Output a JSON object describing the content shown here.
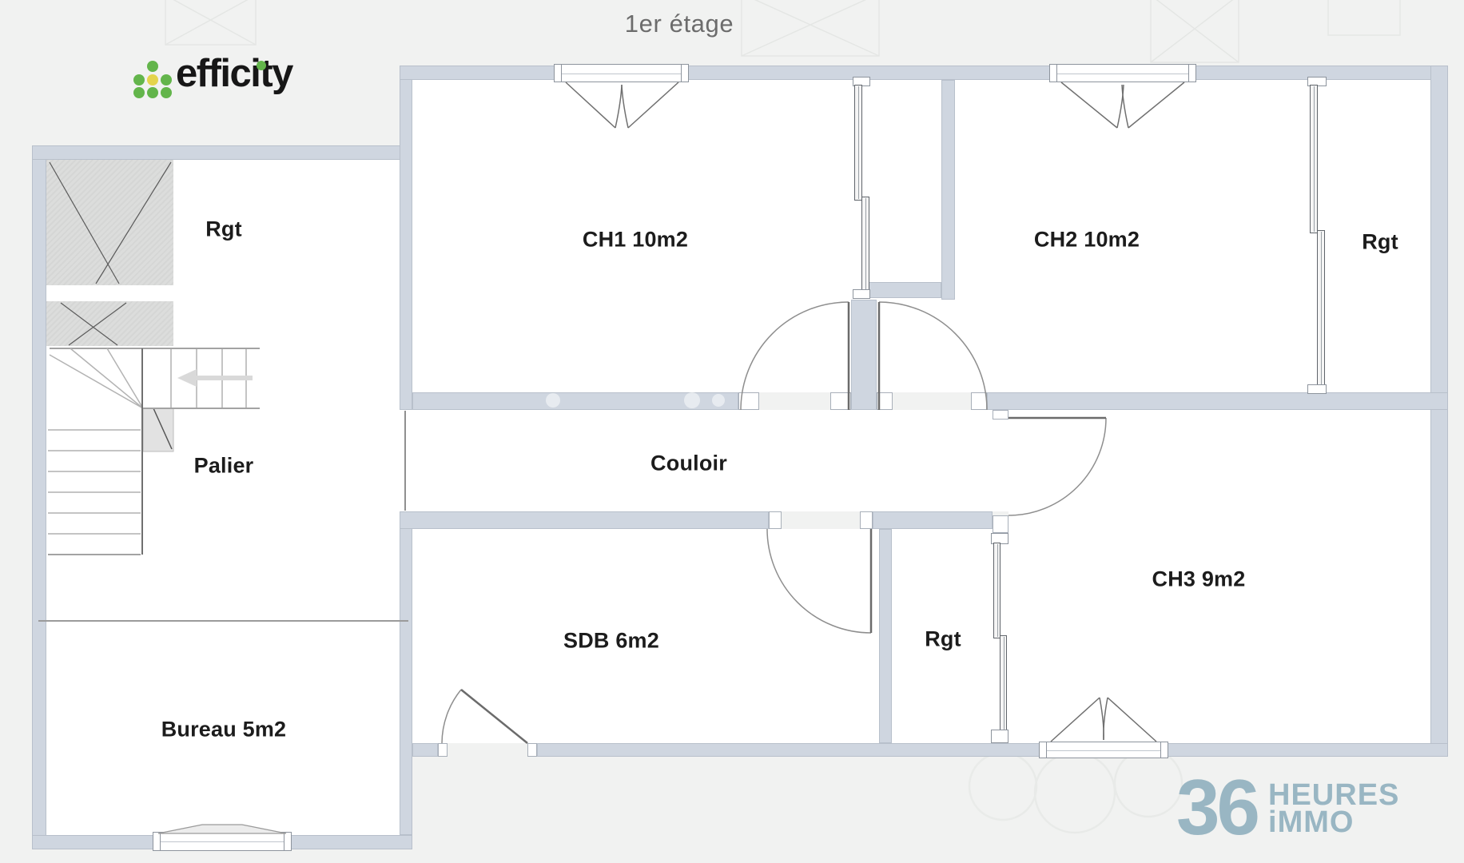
{
  "title": "1er étage",
  "branding": {
    "efficity": {
      "name": "efficity"
    },
    "heures_immo": {
      "number": "36",
      "line1": "HEURES",
      "line2": "iMMO"
    }
  },
  "floor_plan": {
    "rooms": [
      {
        "id": "rgt-top-left",
        "label": "Rgt"
      },
      {
        "id": "ch1",
        "label": "CH1 10m2"
      },
      {
        "id": "ch2",
        "label": "CH2 10m2"
      },
      {
        "id": "rgt-right",
        "label": "Rgt"
      },
      {
        "id": "palier",
        "label": "Palier"
      },
      {
        "id": "couloir",
        "label": "Couloir"
      },
      {
        "id": "sdb",
        "label": "SDB 6m2"
      },
      {
        "id": "rgt-bottom",
        "label": "Rgt"
      },
      {
        "id": "ch3",
        "label": "CH3 9m2"
      },
      {
        "id": "bureau",
        "label": "Bureau 5m2"
      }
    ],
    "colors": {
      "wall": "#cfd6e0",
      "room_fill": "#ffffff",
      "sloped_ceiling_area": "#dcdddc",
      "background": "#f1f2f1",
      "label_text": "#1c1c1c",
      "title_text": "#6c6c6c",
      "efficity_green": "#63b54b",
      "efficity_yellow": "#e4d44d",
      "efficity_text": "#171717",
      "heures_immo_blue": "#99b6c3"
    }
  }
}
